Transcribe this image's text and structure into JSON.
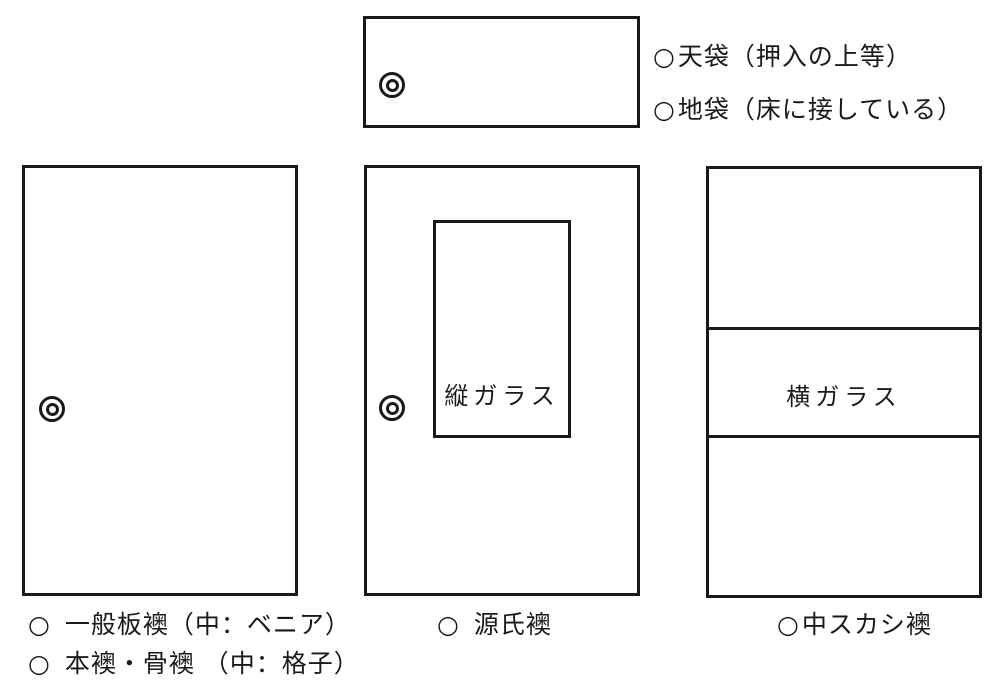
{
  "colors": {
    "line": "#1a1a1a",
    "background": "#ffffff",
    "text": "#1a1a1a"
  },
  "top_right_labels": [
    {
      "bullet": "○",
      "text": "天袋（押入の上等）"
    },
    {
      "bullet": "○",
      "text": "地袋（床に接している）"
    }
  ],
  "panels": {
    "top": {
      "handle_icon": "double-circle"
    },
    "left": {
      "handle_icon": "double-circle"
    },
    "center": {
      "handle_icon": "double-circle",
      "glass_label": "縦ガラス"
    },
    "right": {
      "glass_label": "横ガラス",
      "sections": 3
    }
  },
  "captions": {
    "left": [
      {
        "bullet": "○",
        "text": "一般板襖（中：ベニア）"
      },
      {
        "bullet": "○",
        "text": "本襖・骨襖 （中：格子）"
      }
    ],
    "center": {
      "bullet": "○",
      "text": "源氏襖"
    },
    "right": {
      "bullet": "○",
      "text": "中スカシ襖"
    }
  }
}
